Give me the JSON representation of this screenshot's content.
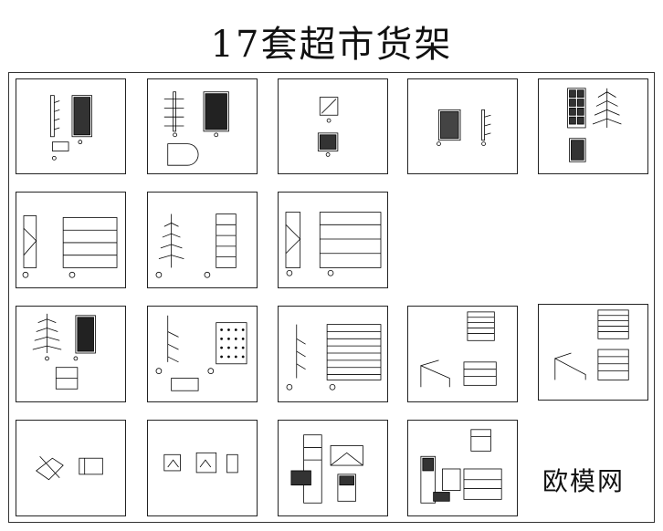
{
  "title": "17套超市货架",
  "brand": "欧模网",
  "panel_count": 17
}
